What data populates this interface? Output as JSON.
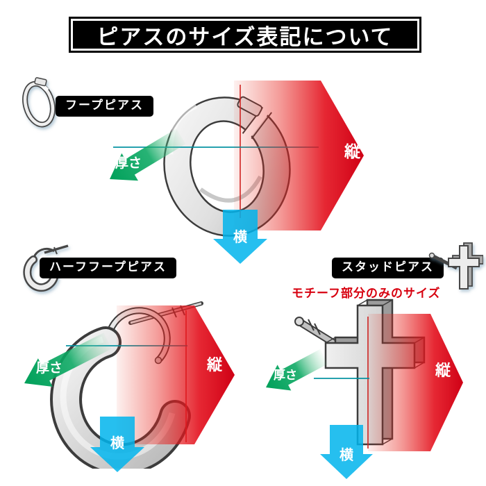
{
  "title": "ピアスのサイズ表記について",
  "measure_labels": {
    "height": "縦",
    "width": "横",
    "thickness": "厚さ"
  },
  "sections": {
    "hoop": {
      "label": "フープピアス"
    },
    "half_hoop": {
      "label": "ハーフフープピアス"
    },
    "stud": {
      "label": "スタッドピアス",
      "note": "モチーフ部分のみのサイズ"
    }
  },
  "colors": {
    "banner_background": "#000000",
    "banner_text": "#ffffff",
    "label_pill_background": "#000000",
    "label_pill_text": "#ffffff",
    "height_arrow_red": "#e60012",
    "width_arrow_cyan": "#00b4ec",
    "thickness_arrow_green": "#00a05a",
    "note_text_red": "#d7000f"
  }
}
